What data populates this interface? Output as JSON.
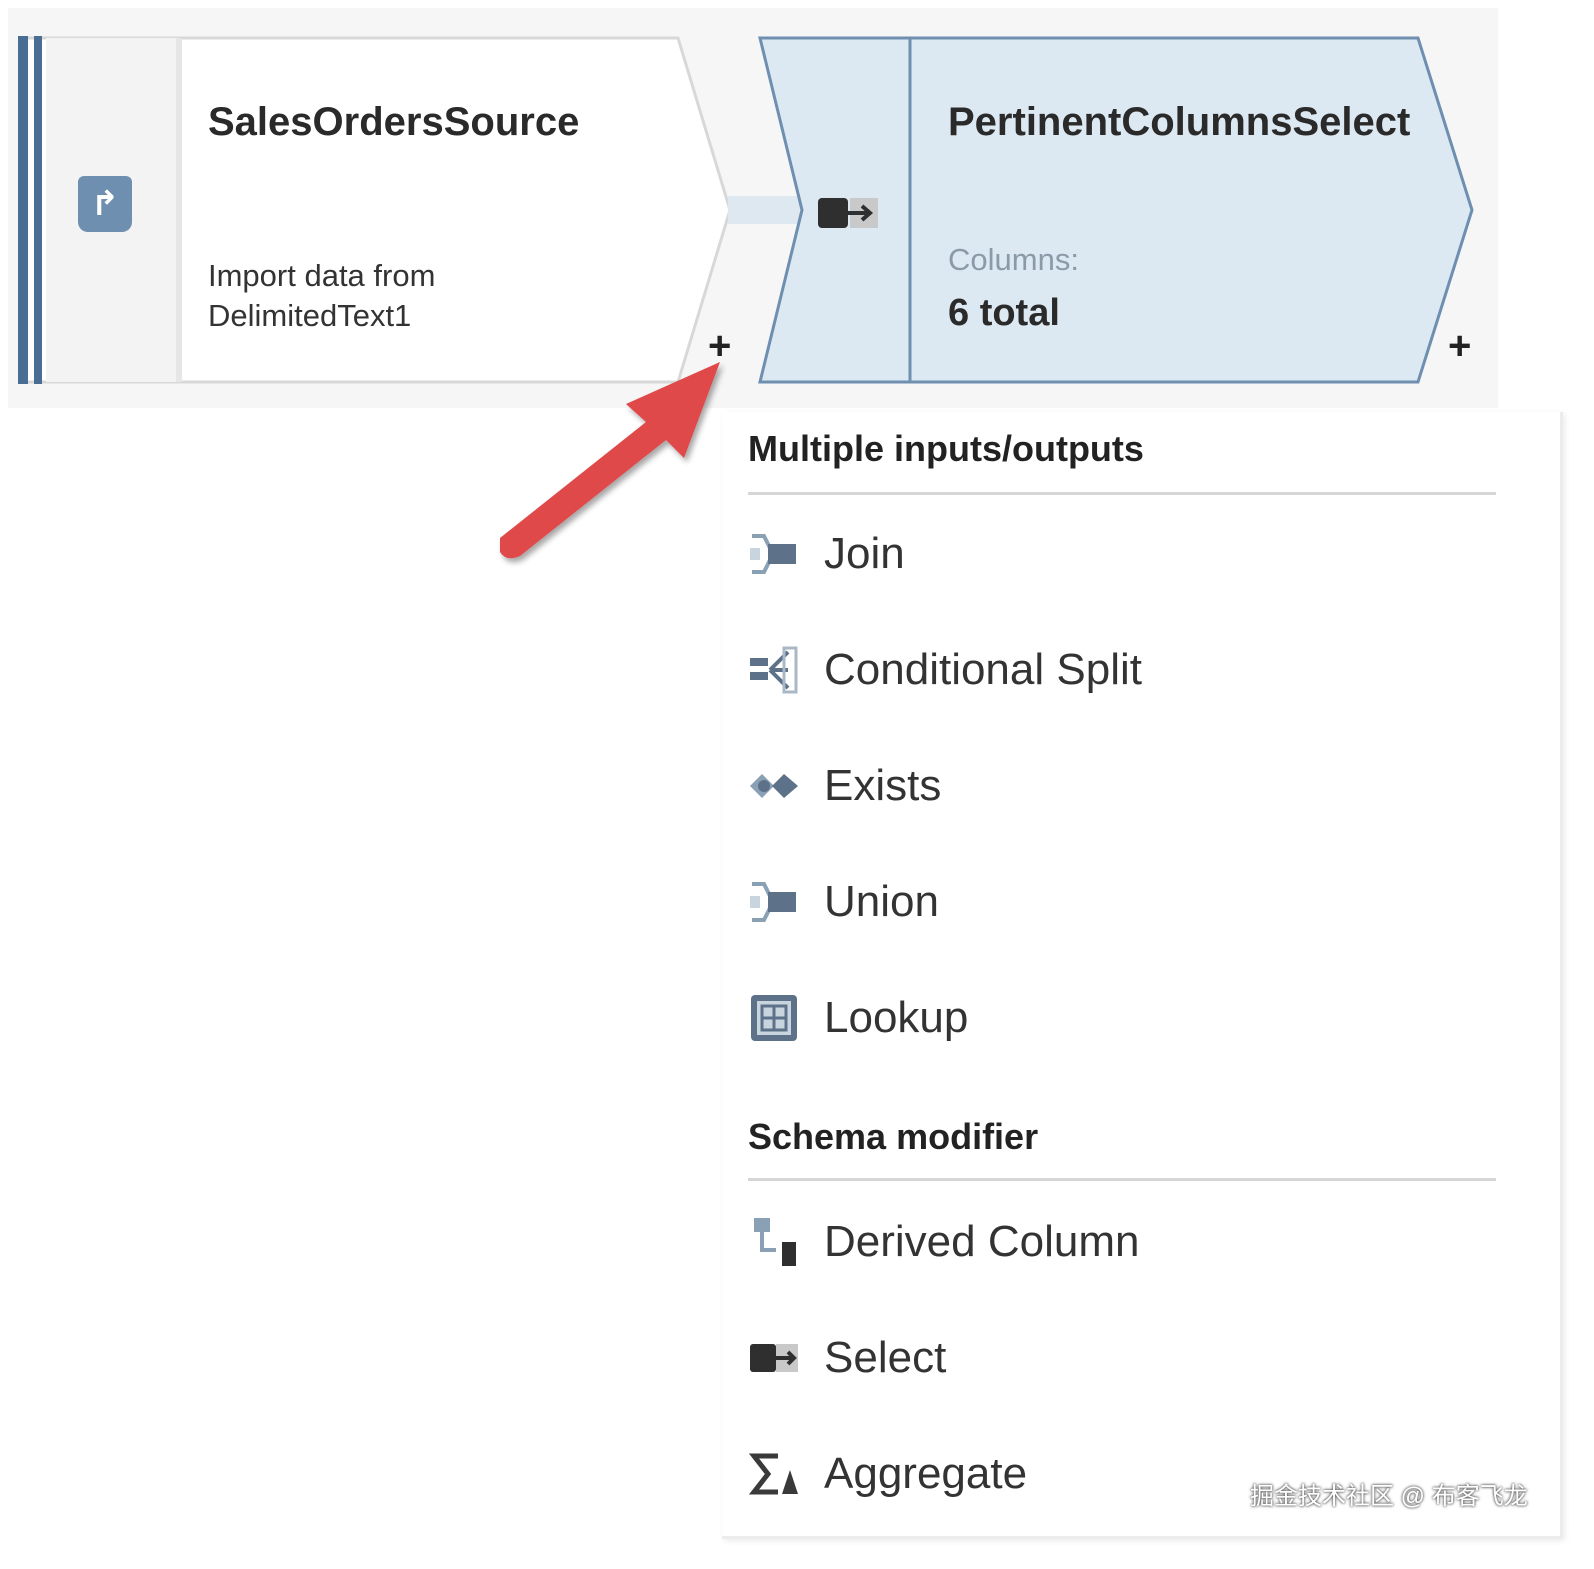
{
  "source_node": {
    "title": "SalesOrdersSource",
    "description": "Import data from DelimitedText1",
    "add_symbol": "+"
  },
  "select_node": {
    "title": "PertinentColumnsSelect",
    "columns_label": "Columns:",
    "columns_total": "6 total",
    "add_symbol": "+"
  },
  "menu": {
    "sections": [
      {
        "header": "Multiple inputs/outputs",
        "items": [
          {
            "label": "Join",
            "icon": "join-icon"
          },
          {
            "label": "Conditional Split",
            "icon": "conditional-split-icon"
          },
          {
            "label": "Exists",
            "icon": "exists-icon"
          },
          {
            "label": "Union",
            "icon": "union-icon"
          },
          {
            "label": "Lookup",
            "icon": "lookup-icon"
          }
        ]
      },
      {
        "header": "Schema modifier",
        "items": [
          {
            "label": "Derived Column",
            "icon": "derived-column-icon"
          },
          {
            "label": "Select",
            "icon": "select-icon"
          },
          {
            "label": "Aggregate",
            "icon": "aggregate-icon"
          }
        ]
      }
    ]
  },
  "watermark": "掘金技术社区 @ 布客飞龙",
  "colors": {
    "node_accent": "#4a6d93",
    "select_fill": "#dde9f2",
    "node_border": "#6f8fb0",
    "arrow": "#e0484a"
  }
}
